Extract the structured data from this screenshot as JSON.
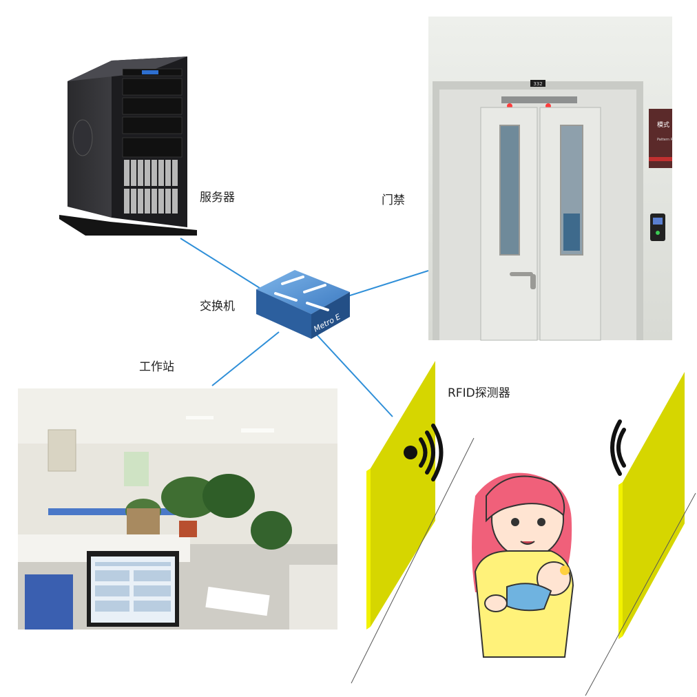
{
  "labels": {
    "server": "服务器",
    "door": "门禁",
    "switch": "交换机",
    "workstation": "工作站",
    "rfid": "RFID探测器"
  },
  "switch_text": "Metro E",
  "door_room_number": "332",
  "door_sign_text": "模式",
  "door_sign_subtext": "Pattern R",
  "colors": {
    "link": "#2f8fd8",
    "rfid_panel_face": "#d6d600",
    "rfid_panel_edge": "#f2f200",
    "switch_blue": "#3a78c0",
    "hair": "#f0607a",
    "shirt": "#fff27a"
  }
}
